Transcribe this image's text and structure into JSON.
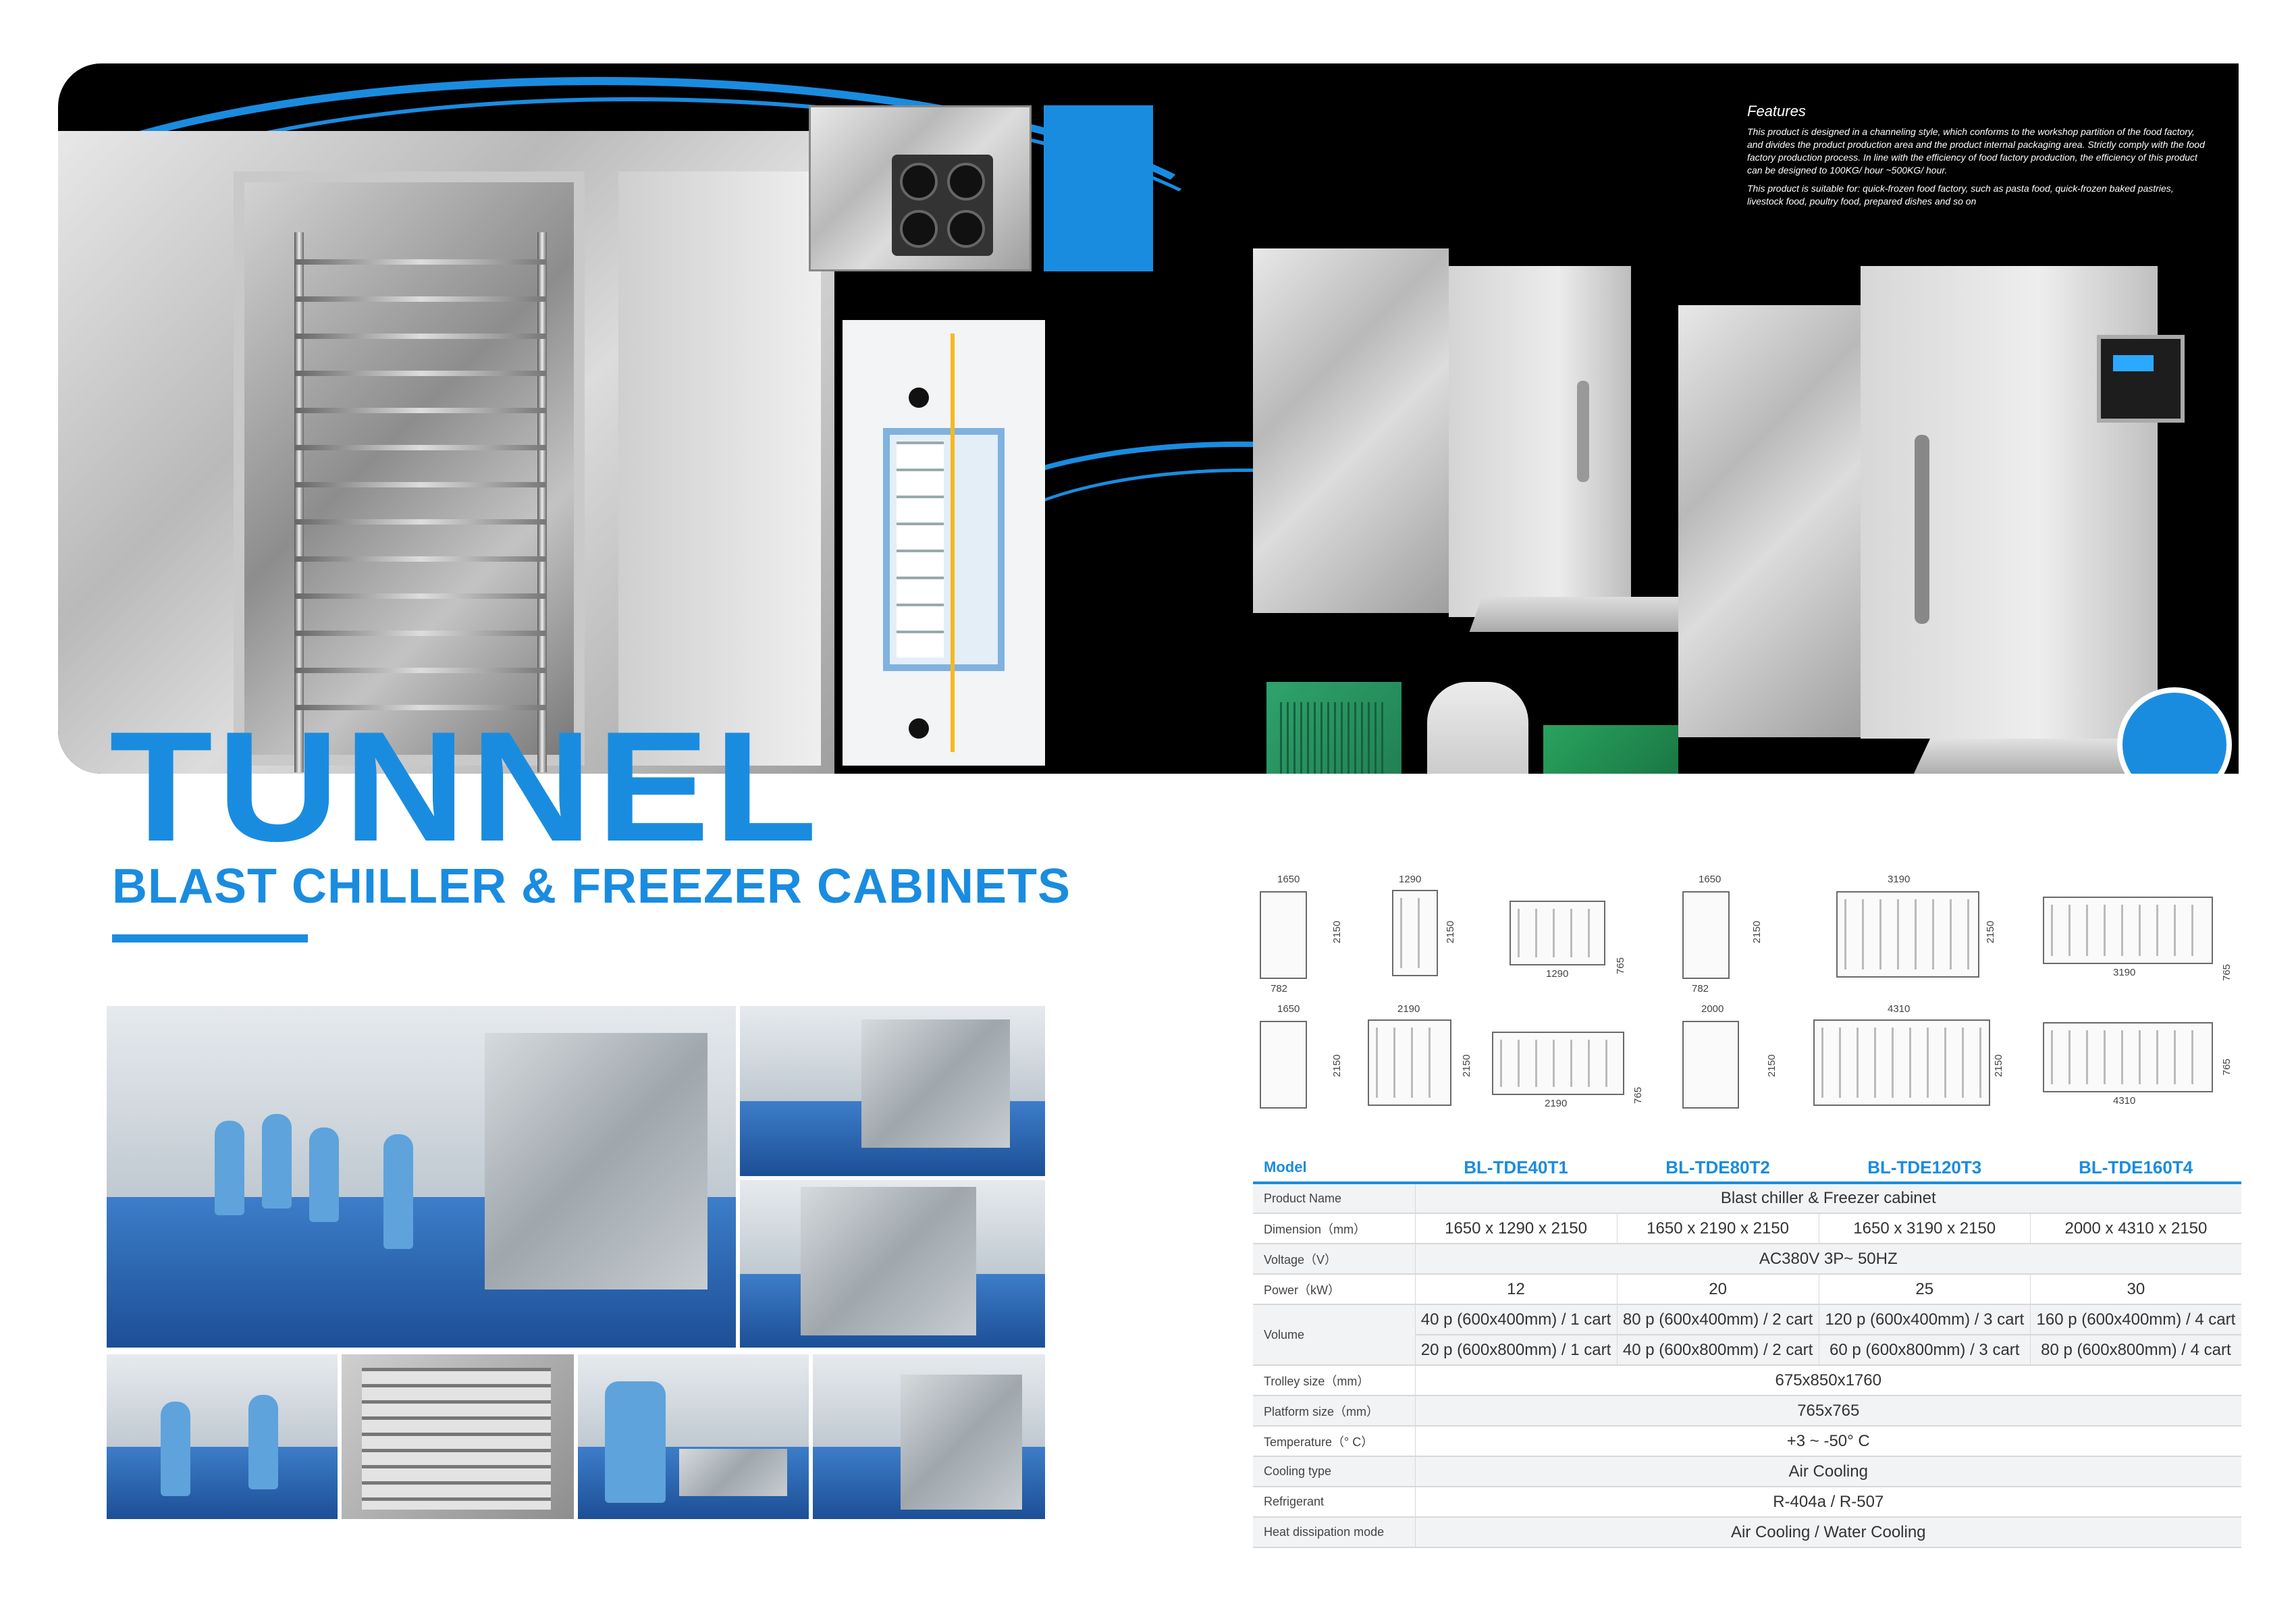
{
  "features": {
    "heading": "Features",
    "para1": "This product is designed in a channeling style, which conforms to the workshop partition of the food factory, and divides the product production area and the product internal packaging area. Strictly comply with the food factory production process. In line with the efficiency of food factory production, the efficiency of this product can be designed to 100KG/ hour ~500KG/ hour.",
    "para2": "This product is suitable for: quick-frozen food factory, such as pasta food, quick-frozen baked pastries, livestock food, poultry food, prepared dishes and so on"
  },
  "title": {
    "main": "TUNNEL",
    "sub": "BLAST CHILLER & FREEZER CABINETS"
  },
  "drawings": {
    "row1": {
      "a": {
        "w": "1650",
        "d": "782",
        "h": "2150"
      },
      "b": {
        "w": "1290",
        "h": "2150"
      },
      "c": {
        "w": "1290",
        "h": "765"
      },
      "d": {
        "w": "1650",
        "d": "782",
        "h": "2150"
      },
      "e": {
        "w": "3190",
        "h": "2150"
      },
      "f": {
        "w": "3190",
        "h": "765"
      }
    },
    "row2": {
      "a": {
        "w": "1650",
        "h": "2150"
      },
      "b": {
        "w": "2190",
        "h": "2150"
      },
      "c": {
        "w": "2190",
        "h": "765"
      },
      "d": {
        "w": "2000",
        "h": "2150"
      },
      "e": {
        "w": "4310",
        "h": "2150"
      },
      "f": {
        "w": "4310",
        "h": "765"
      }
    }
  },
  "table": {
    "header": [
      "Model",
      "BL-TDE40T1",
      "BL-TDE80T2",
      "BL-TDE120T3",
      "BL-TDE160T4"
    ],
    "product_name": {
      "label": "Product Name",
      "value": "Blast chiller & Freezer cabinet"
    },
    "dimension": {
      "label": "Dimension（mm）",
      "values": [
        "1650 x 1290 x 2150",
        "1650 x 2190 x 2150",
        "1650 x 3190 x 2150",
        "2000 x 4310 x 2150"
      ]
    },
    "voltage": {
      "label": "Voltage（V）",
      "value": "AC380V 3P~ 50HZ"
    },
    "power": {
      "label": "Power（kW）",
      "values": [
        "12",
        "20",
        "25",
        "30"
      ]
    },
    "volume": {
      "label": "Volume",
      "row1": [
        "40 p  (600x400mm) / 1 cart",
        "80 p  (600x400mm) / 2 cart",
        "120 p  (600x400mm) / 3 cart",
        "160 p  (600x400mm) / 4 cart"
      ],
      "row2": [
        "20 p  (600x800mm) / 1 cart",
        "40 p  (600x800mm) / 2 cart",
        "60 p  (600x800mm) / 3 cart",
        "80 p  (600x800mm) / 4 cart"
      ]
    },
    "trolley": {
      "label": "Trolley size（mm）",
      "value": "675x850x1760"
    },
    "platform": {
      "label": "Platform size（mm）",
      "value": "765x765"
    },
    "temperature": {
      "label": "Temperature（° C）",
      "value": "+3 ~ -50° C"
    },
    "cooling": {
      "label": "Cooling type",
      "value": "Air Cooling"
    },
    "refrigerant": {
      "label": "Refrigerant",
      "value": "R-404a / R-507"
    },
    "heat": {
      "label": "Heat dissipation mode",
      "value": "Air Cooling  / Water Cooling"
    }
  }
}
